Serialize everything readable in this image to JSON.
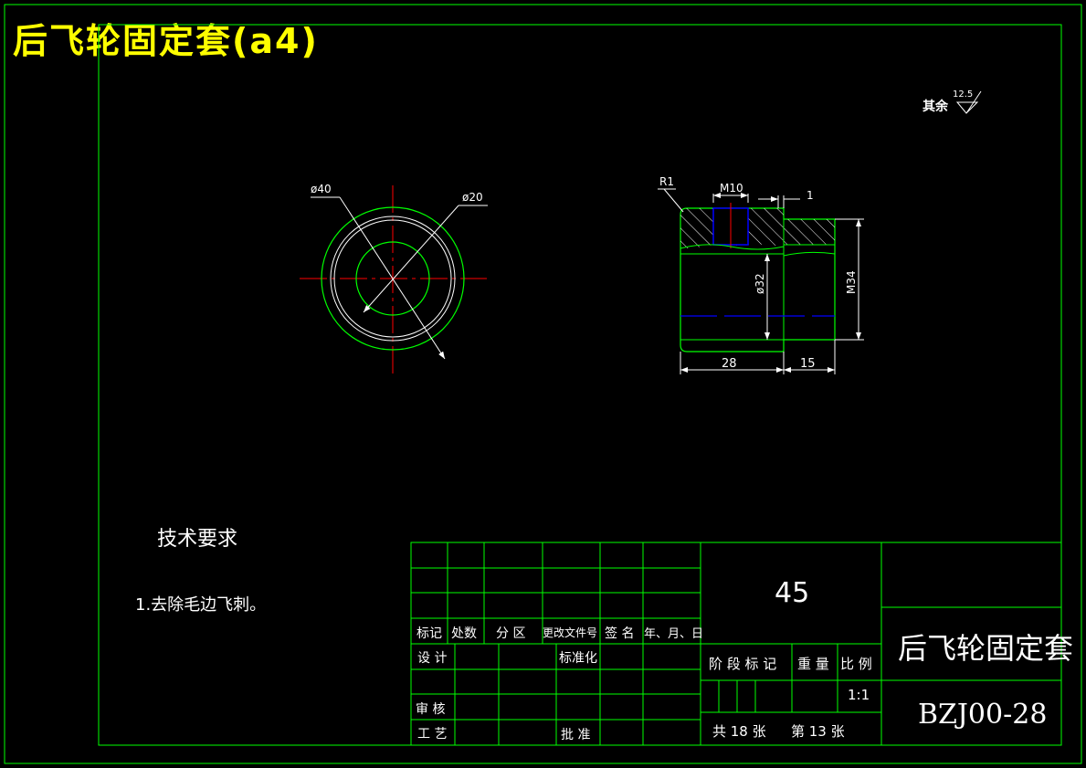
{
  "title": "后飞轮固定套(a4)",
  "roughness": {
    "prefix": "其余",
    "value": "12.5"
  },
  "dims": {
    "d40": "ø40",
    "d20": "ø20",
    "r1": "R1",
    "m10": "M10",
    "one": "1",
    "d32": "ø32",
    "m34": "M34",
    "l28": "28",
    "l15": "15"
  },
  "tech": {
    "heading": "技术要求",
    "item": "1.去除毛边飞刺。"
  },
  "titleblock": {
    "headers": [
      "标记",
      "处数",
      "分 区",
      "更改文件号",
      "签 名",
      "年、月、日"
    ],
    "design": "设 计",
    "standard": "标准化",
    "review": "审 核",
    "process": "工 艺",
    "approve": "批 准",
    "stage": "阶 段 标 记",
    "weight": "重 量",
    "scale_label": "比 例",
    "scale": "1:1",
    "total": "共  18 张",
    "sheet": "第 13 张",
    "material": "45",
    "part_name": "后飞轮固定套",
    "drawing_no": "BZJ00-28"
  },
  "colors": {
    "frame": "#00ff00",
    "dim": "#ffffff",
    "center": "#ff0000",
    "hidden": "#0000ff",
    "title": "#ffff00"
  }
}
